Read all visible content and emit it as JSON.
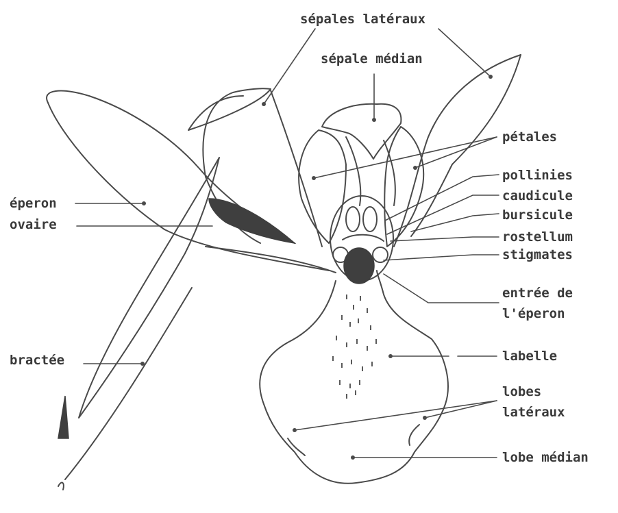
{
  "labels": {
    "sepales_lateraux": "sépales latéraux",
    "sepale_median": "sépale médian",
    "petales": "pétales",
    "pollinies": "pollinies",
    "caudicule": "caudicule",
    "bursicule": "bursicule",
    "rostellum": "rostellum",
    "stigmates": "stigmates",
    "entree_line1": "entrée de",
    "entree_line2": "l'éperon",
    "labelle": "labelle",
    "lobes_lat_line1": "lobes",
    "lobes_lat_line2": "latéraux",
    "lobe_median": "lobe médian",
    "eperon": "éperon",
    "ovaire": "ovaire",
    "bractee": "bractée"
  }
}
